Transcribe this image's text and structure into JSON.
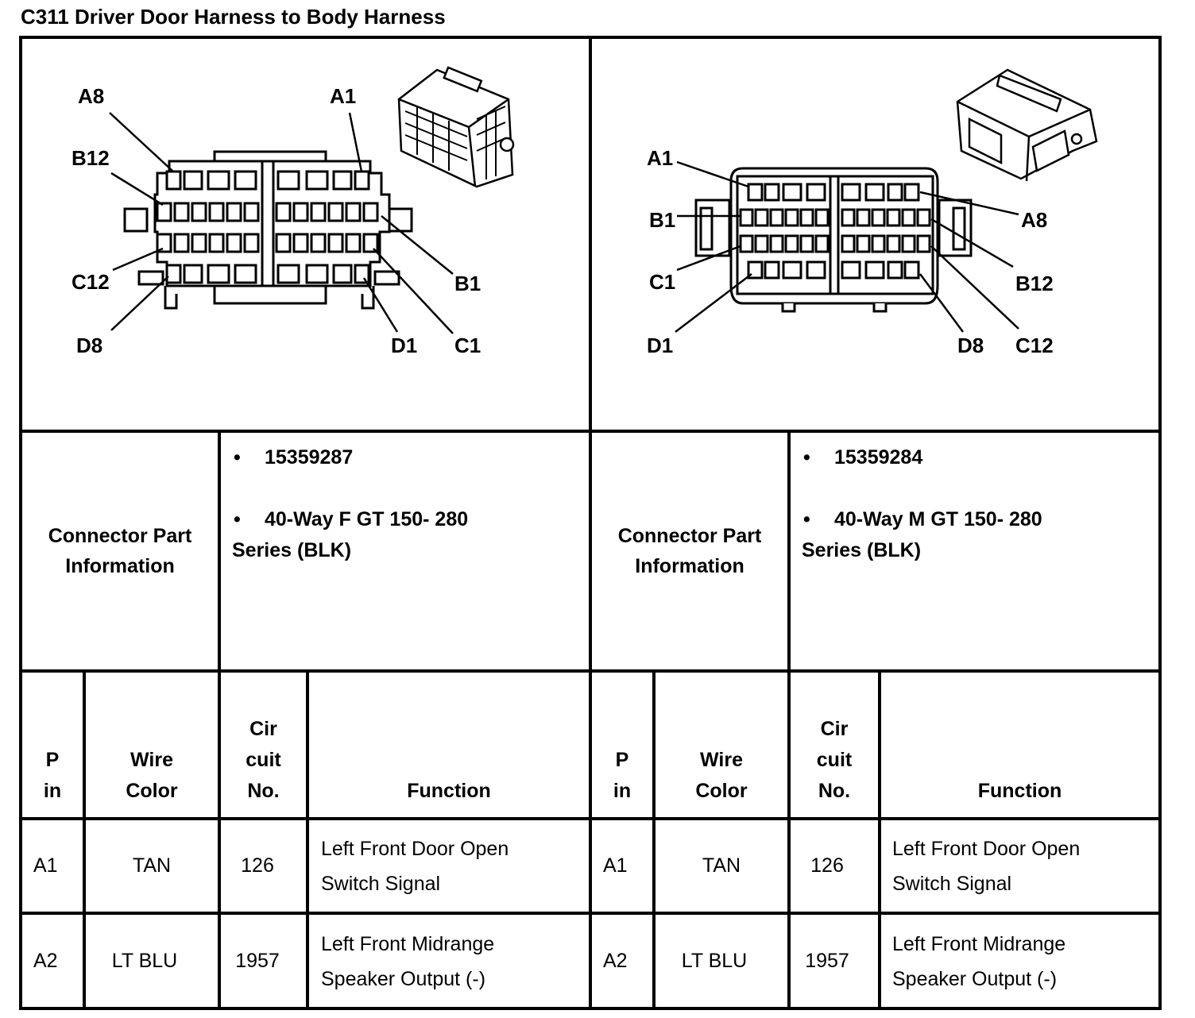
{
  "title": "C311 Driver Door Harness to Body Harness",
  "diagram_labels": {
    "female": [
      "A8",
      "A1",
      "B12",
      "B1",
      "C12",
      "C1",
      "D8",
      "D1"
    ],
    "male": [
      "A1",
      "A8",
      "B1",
      "B12",
      "C1",
      "C12",
      "D1",
      "D8"
    ]
  },
  "connectors": [
    {
      "info_label_1": "Connector Part",
      "info_label_2": "Information",
      "part_number": "15359287",
      "desc_1": "40-Way F GT 150- 280",
      "desc_2": "Series (BLK)"
    },
    {
      "info_label_1": "Connector Part",
      "info_label_2": "Information",
      "part_number": "15359284",
      "desc_1": "40-Way M GT 150- 280",
      "desc_2": "Series (BLK)"
    }
  ],
  "headers": {
    "pin_1": "P",
    "pin_2": "in",
    "wire_1": "Wire",
    "wire_2": "Color",
    "circuit_1": "Cir",
    "circuit_2": "cuit",
    "circuit_3": "No.",
    "function": "Function"
  },
  "rows": [
    {
      "pin": "A1",
      "color": "TAN",
      "circuit": "126",
      "func_1": "Left Front Door Open",
      "func_2": "Switch Signal"
    },
    {
      "pin": "A2",
      "color": "LT BLU",
      "circuit": "1957",
      "func_1": "Left Front Midrange",
      "func_2": "Speaker Output (-)"
    }
  ],
  "bullet_char": "•"
}
